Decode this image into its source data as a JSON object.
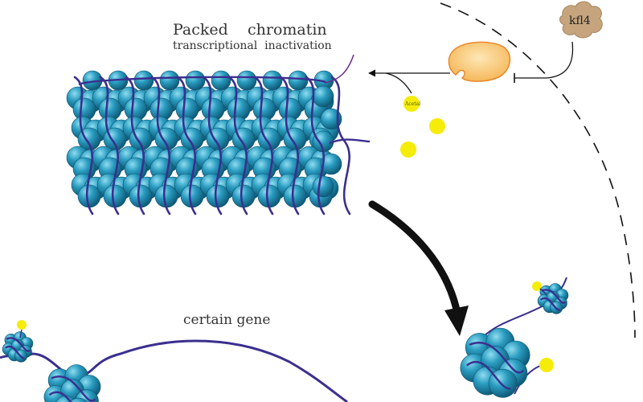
{
  "labels": {
    "title": "Packed    chromatin",
    "subtitle": "transcriptional  inactivation",
    "gene": "certain gene",
    "acetal": "Acetal",
    "kfl4": "kfl4"
  },
  "colors": {
    "histone": "#2a8fb0",
    "histone_dark": "#14607e",
    "dna": "#3b2f8f",
    "acetyl": "#f5ec0a",
    "enzyme_fill": "#f9c87a",
    "enzyme_stroke": "#e8882a",
    "kfl4": "#c6a57e",
    "line": "#111111"
  }
}
